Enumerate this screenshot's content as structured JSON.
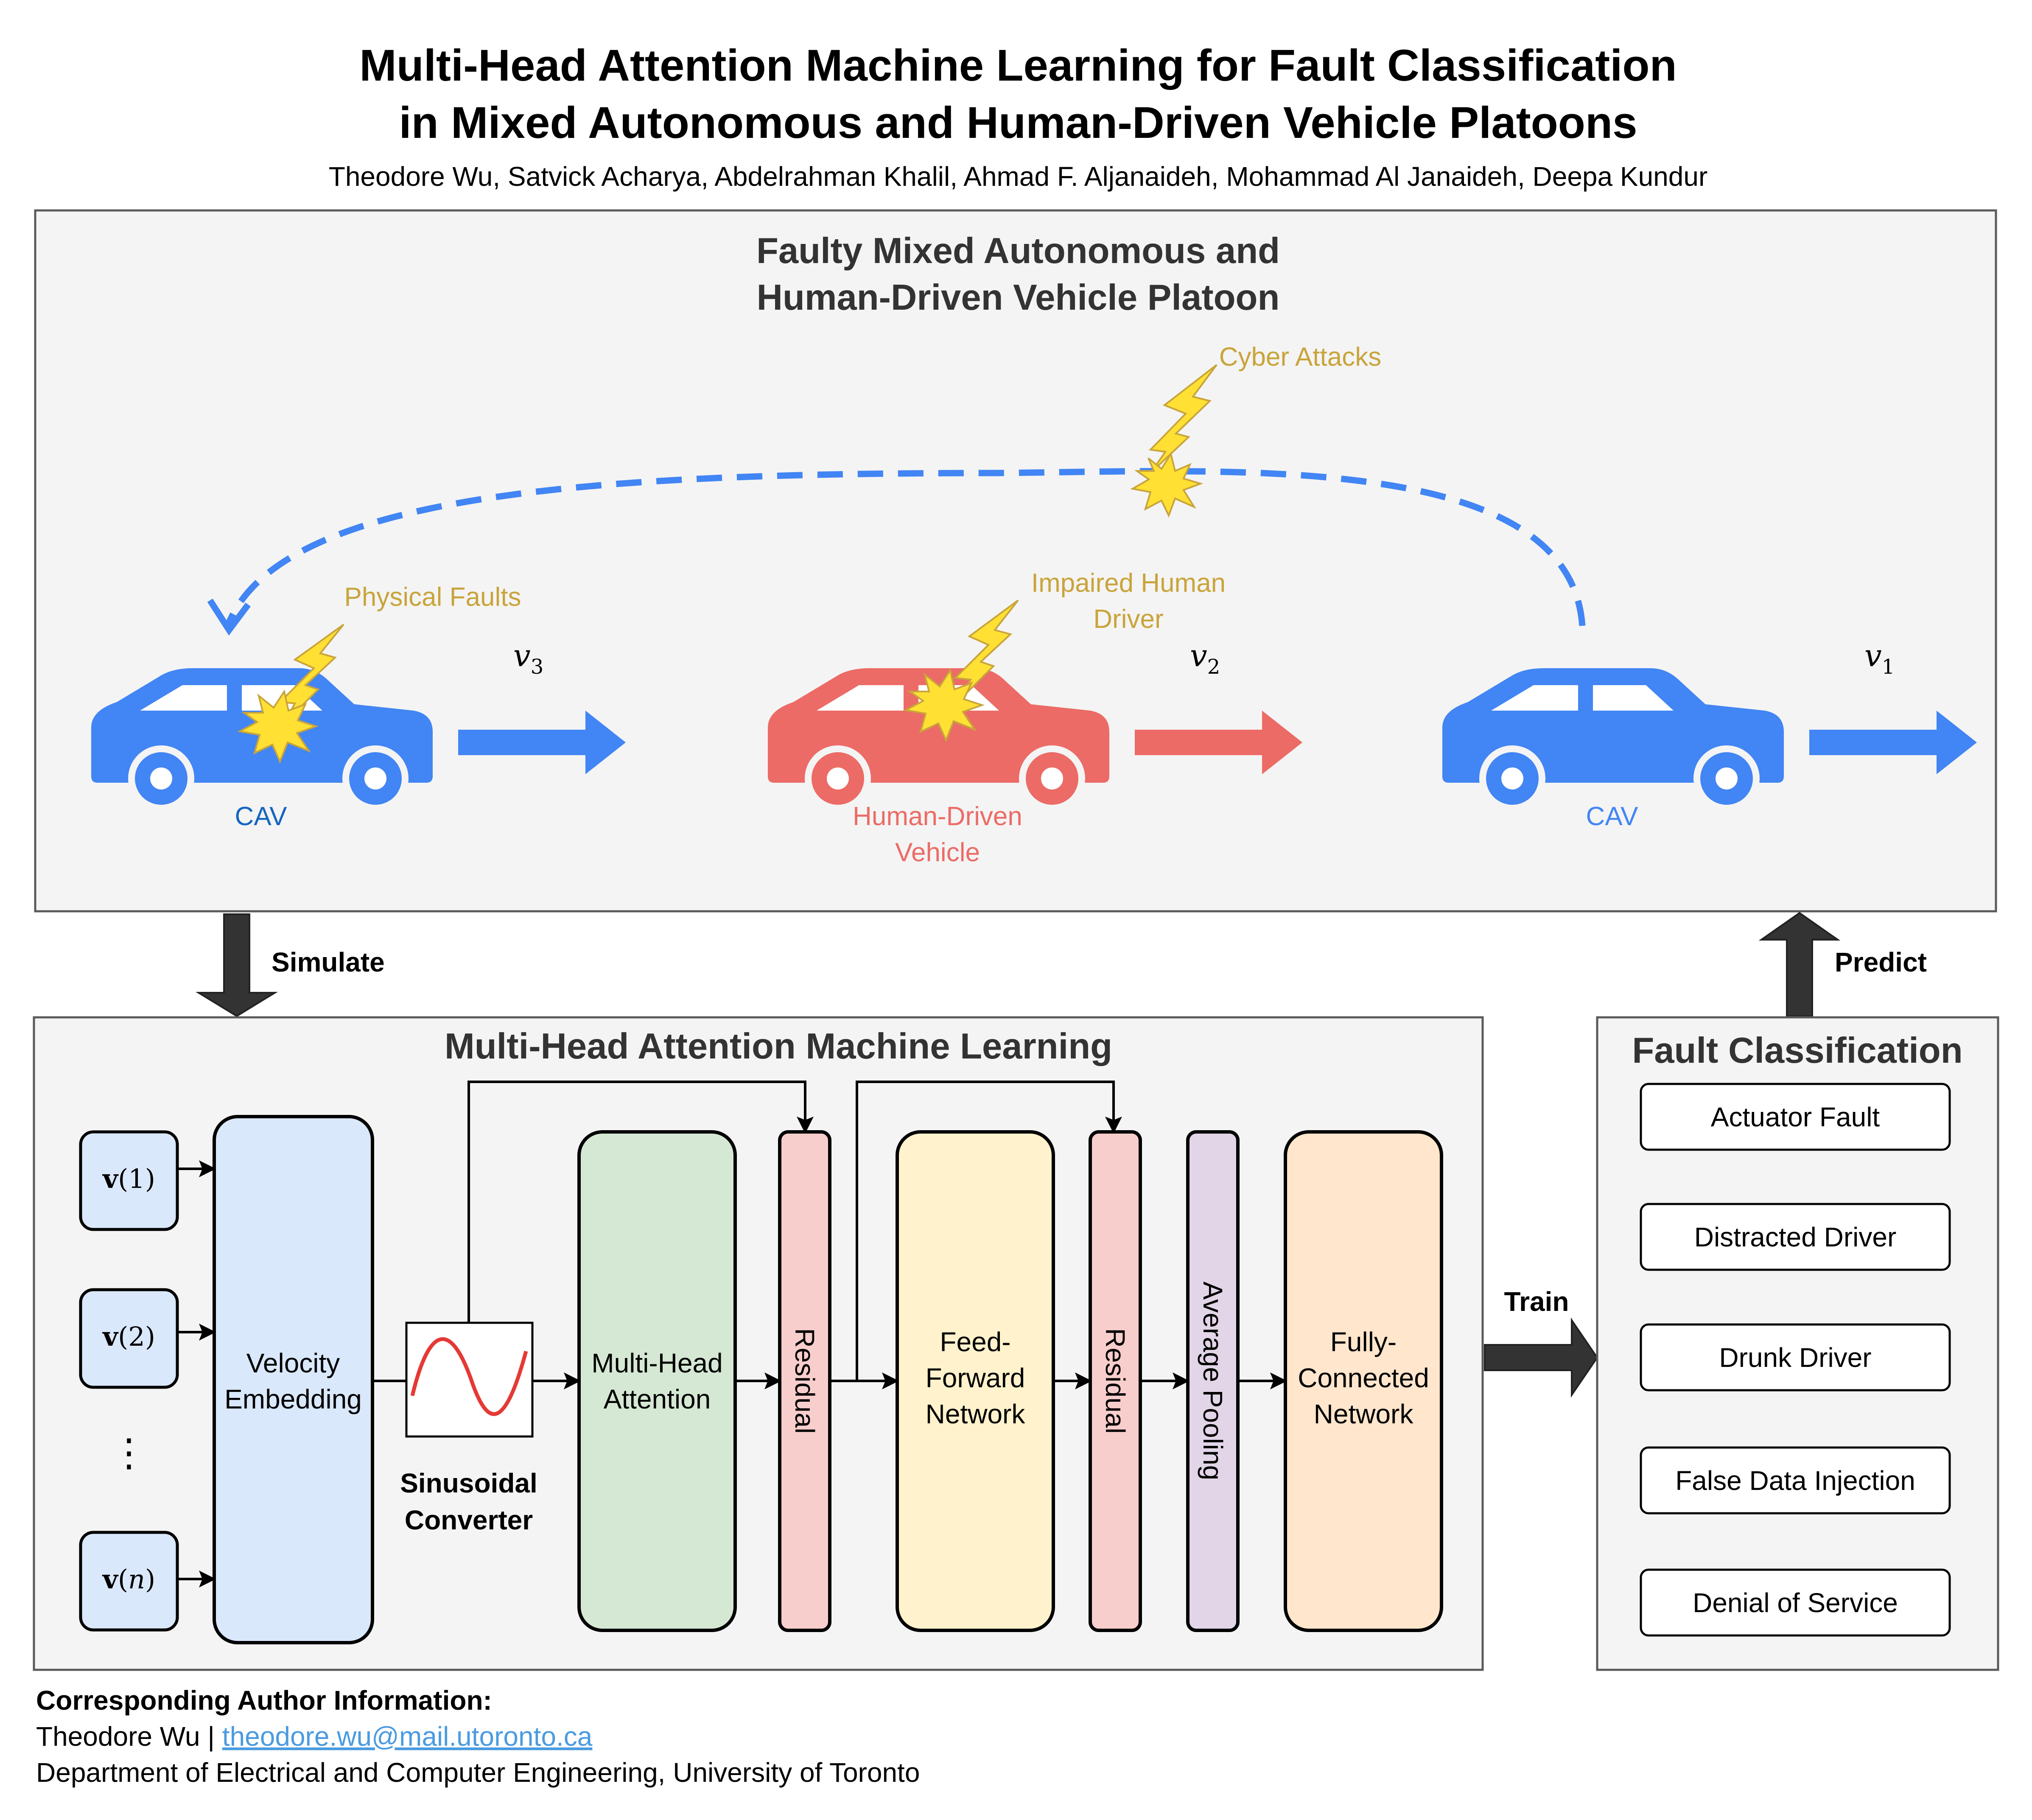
{
  "header": {
    "title_line1": "Multi-Head Attention Machine Learning for Fault Classification",
    "title_line2": "in Mixed Autonomous and Human-Driven Vehicle Platoons",
    "authors": "Theodore Wu, Satvick Acharya, Abdelrahman Khalil, Ahmad F. Aljanaideh, Mohammad Al Janaideh, Deepa Kundur"
  },
  "platoon": {
    "title_line1": "Faulty Mixed Autonomous and",
    "title_line2": "Human-Driven Vehicle Platoon",
    "cyber_attacks": "Cyber Attacks",
    "physical_faults": "Physical Faults",
    "impaired_line1": "Impaired Human",
    "impaired_line2": "Driver",
    "vehicles": [
      {
        "label_line1": "CAV",
        "label_line2": "",
        "color": "#4285f4",
        "speed_symbol": "v",
        "speed_sub": "3"
      },
      {
        "label_line1": "Human-Driven",
        "label_line2": "Vehicle",
        "color": "#ec6b66",
        "speed_symbol": "v",
        "speed_sub": "2"
      },
      {
        "label_line1": "CAV",
        "label_line2": "",
        "color": "#4285f4",
        "speed_symbol": "v",
        "speed_sub": "1"
      }
    ],
    "colors": {
      "cav": "#4285f4",
      "human": "#ec6b66",
      "fault_text": "#c9a43b",
      "fault_fill": "#ffe033"
    }
  },
  "flow": {
    "simulate": "Simulate",
    "predict": "Predict",
    "train": "Train"
  },
  "ml": {
    "title": "Multi-Head Attention Machine Learning",
    "inputs": [
      "v(1)",
      "v(2)",
      "v(n)"
    ],
    "ellipsis": "⋮",
    "velocity_embedding_line1": "Velocity",
    "velocity_embedding_line2": "Embedding",
    "sinusoidal_line1": "Sinusoidal",
    "sinusoidal_line2": "Converter",
    "mha_line1": "Multi-Head",
    "mha_line2": "Attention",
    "residual": "Residual",
    "ffn_line1": "Feed-",
    "ffn_line2": "Forward",
    "ffn_line3": "Network",
    "average_pooling": "Average Pooling",
    "fcn_line1": "Fully-",
    "fcn_line2": "Connected",
    "fcn_line3": "Network"
  },
  "classification": {
    "title": "Fault Classification",
    "classes": [
      "Actuator Fault",
      "Distracted Driver",
      "Drunk Driver",
      "False Data Injection",
      "Denial of Service"
    ]
  },
  "footer": {
    "heading": "Corresponding Author Information:",
    "name": "Theodore Wu",
    "separator": " | ",
    "email": "theodore.wu@mail.utoronto.ca",
    "department": "Department of Electrical and Computer Engineering, University of Toronto"
  }
}
